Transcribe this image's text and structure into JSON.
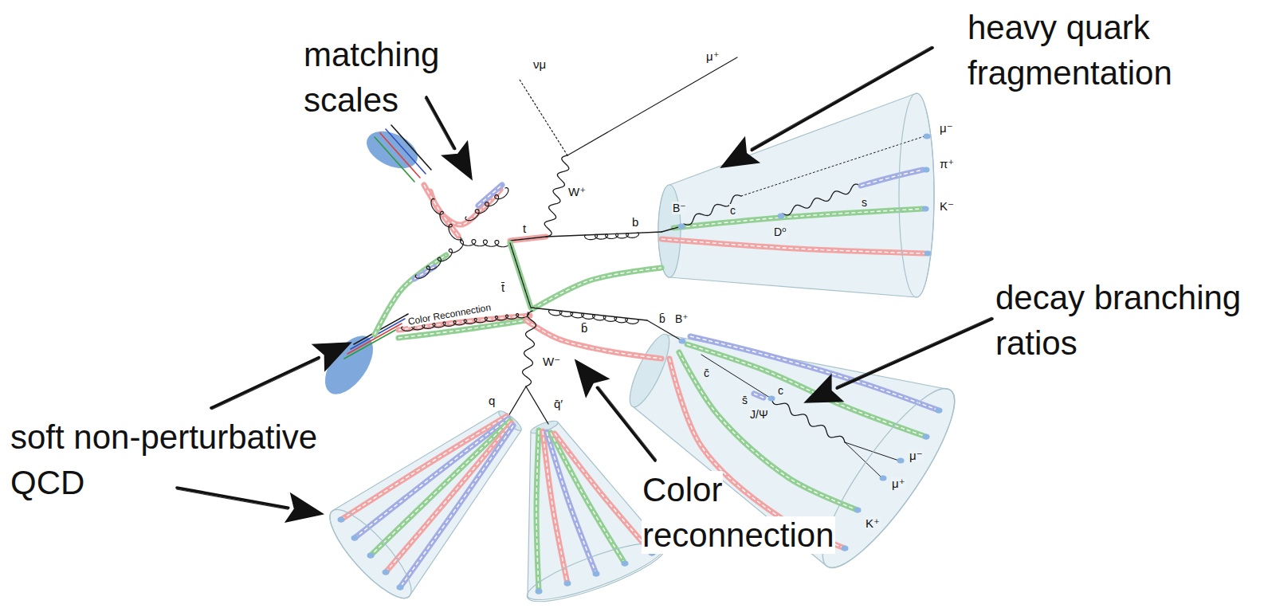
{
  "diagram": {
    "labels": [
      "matching scales",
      "heavy quark fragmentation",
      "νμ",
      "μ⁺",
      "W⁺",
      "t",
      "b",
      "B⁻",
      "c",
      "D⁰",
      "s",
      "μ⁻",
      "π⁺",
      "K⁻",
      "t̄",
      "Color Reconnection",
      "b̄",
      "decay branching ratios",
      "W⁻",
      "b̄",
      "B⁺",
      "c̄",
      "s̄",
      "c",
      "J/Ψ",
      "q",
      "q̄′",
      "μ⁻",
      "μ⁺",
      "K⁺",
      "soft non-perturbative QCD",
      "Color reconnection"
    ]
  }
}
